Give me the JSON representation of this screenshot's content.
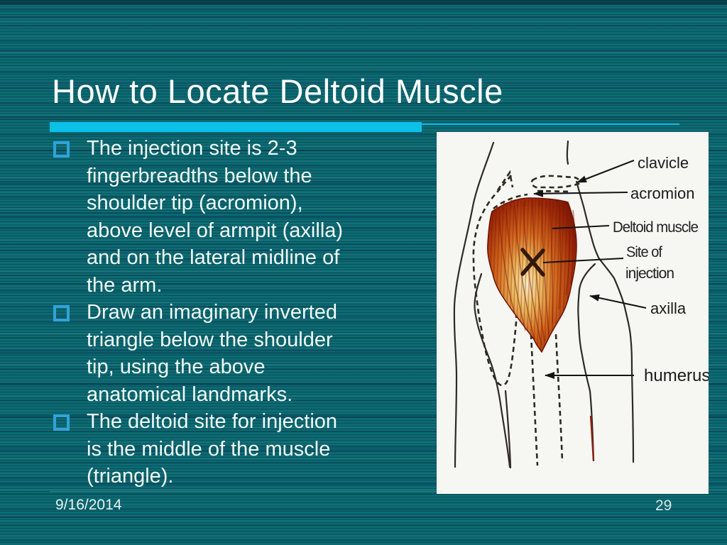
{
  "slide": {
    "title": "How to Locate Deltoid Muscle",
    "bullets": [
      {
        "lines": [
          "The injection site is 2-3",
          "fingerbreadths below the",
          "shoulder tip (acromion),",
          "above level of armpit (axilla)",
          "and on the lateral midline of",
          "the arm."
        ]
      },
      {
        "lines": [
          "Draw an imaginary inverted",
          "triangle below the shoulder",
          "tip, using the above",
          "anatomical landmarks."
        ]
      },
      {
        "lines": [
          "The deltoid site for injection",
          "is the middle of the muscle",
          "(triangle)."
        ]
      }
    ],
    "footer": {
      "date": "9/16/2014",
      "page_number": "29"
    },
    "colors": {
      "background": "#0c6b73",
      "accent_cyan": "#0cc1e8",
      "bullet_square": "#2fa4da",
      "title_text": "#ffffff",
      "body_text": "#f0faf6",
      "muscle_dark": "#7a1505",
      "muscle_mid": "#d2691e",
      "muscle_highlight": "#f6ecc0"
    },
    "diagram": {
      "labels": {
        "clavicle": "clavicle",
        "acromion": "acromion",
        "deltoid_muscle": "Deltoid muscle",
        "site_line1": "Site of",
        "site_line2": "injection",
        "axilla": "axilla",
        "humerus": "humerus"
      }
    }
  }
}
